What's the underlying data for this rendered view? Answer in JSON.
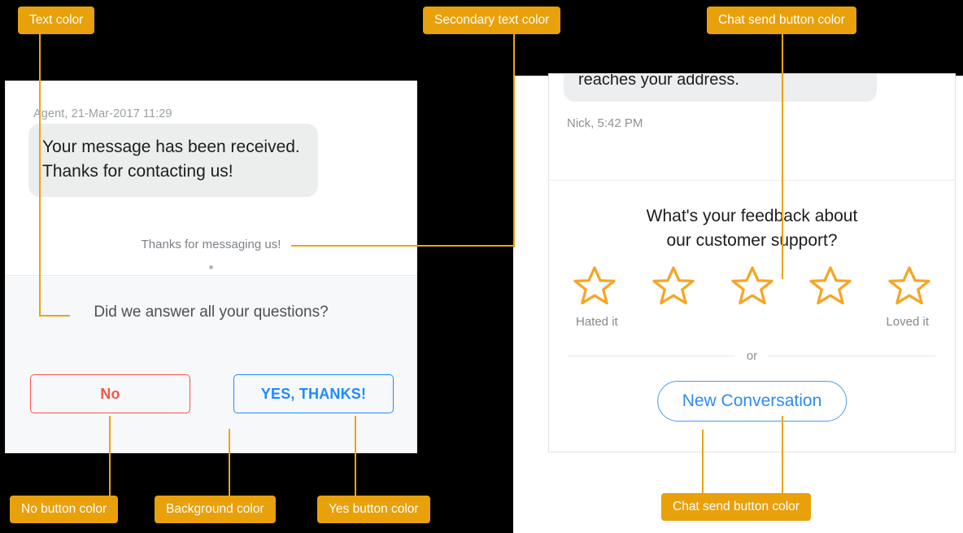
{
  "annotations": {
    "text_color": "Text color",
    "secondary_text_color": "Secondary text color",
    "chat_send_button_color_top": "Chat send button color",
    "no_button_color": "No button color",
    "background_color": "Background color",
    "yes_button_color": "Yes button color",
    "chat_send_button_color_bottom": "Chat send button color"
  },
  "colors": {
    "callout_bg": "#e8a00b",
    "leader_line": "#eda40f",
    "no_button": "#f8534a",
    "yes_button": "#1a8cff",
    "star_outline": "#f5a623",
    "panel_background": "#f7f8fa",
    "text": "#4c5054",
    "secondary_text": "#7d8287",
    "send_button": "#2b8cf0"
  },
  "left_widget": {
    "message_meta": "Agent, 21-Mar-2017 11:29",
    "message_body": "Your message has been received. Thanks for contacting us!",
    "system_note": "Thanks for messaging us!",
    "prompt_question": "Did we answer all your questions?",
    "no_label": "No",
    "yes_label": "YES, THANKS!"
  },
  "right_widget": {
    "message_body": "reaches your address.",
    "message_meta": "Nick, 5:42 PM",
    "rating_title_line1": "What's your feedback about",
    "rating_title_line2": "our customer support?",
    "stars": [
      {
        "name": "star-1",
        "filled": false
      },
      {
        "name": "star-2",
        "filled": false
      },
      {
        "name": "star-3",
        "filled": false
      },
      {
        "name": "star-4",
        "filled": false
      },
      {
        "name": "star-5",
        "filled": false
      }
    ],
    "low_label": "Hated it",
    "high_label": "Loved it",
    "or_label": "or",
    "new_conversation_label": "New Conversation"
  }
}
